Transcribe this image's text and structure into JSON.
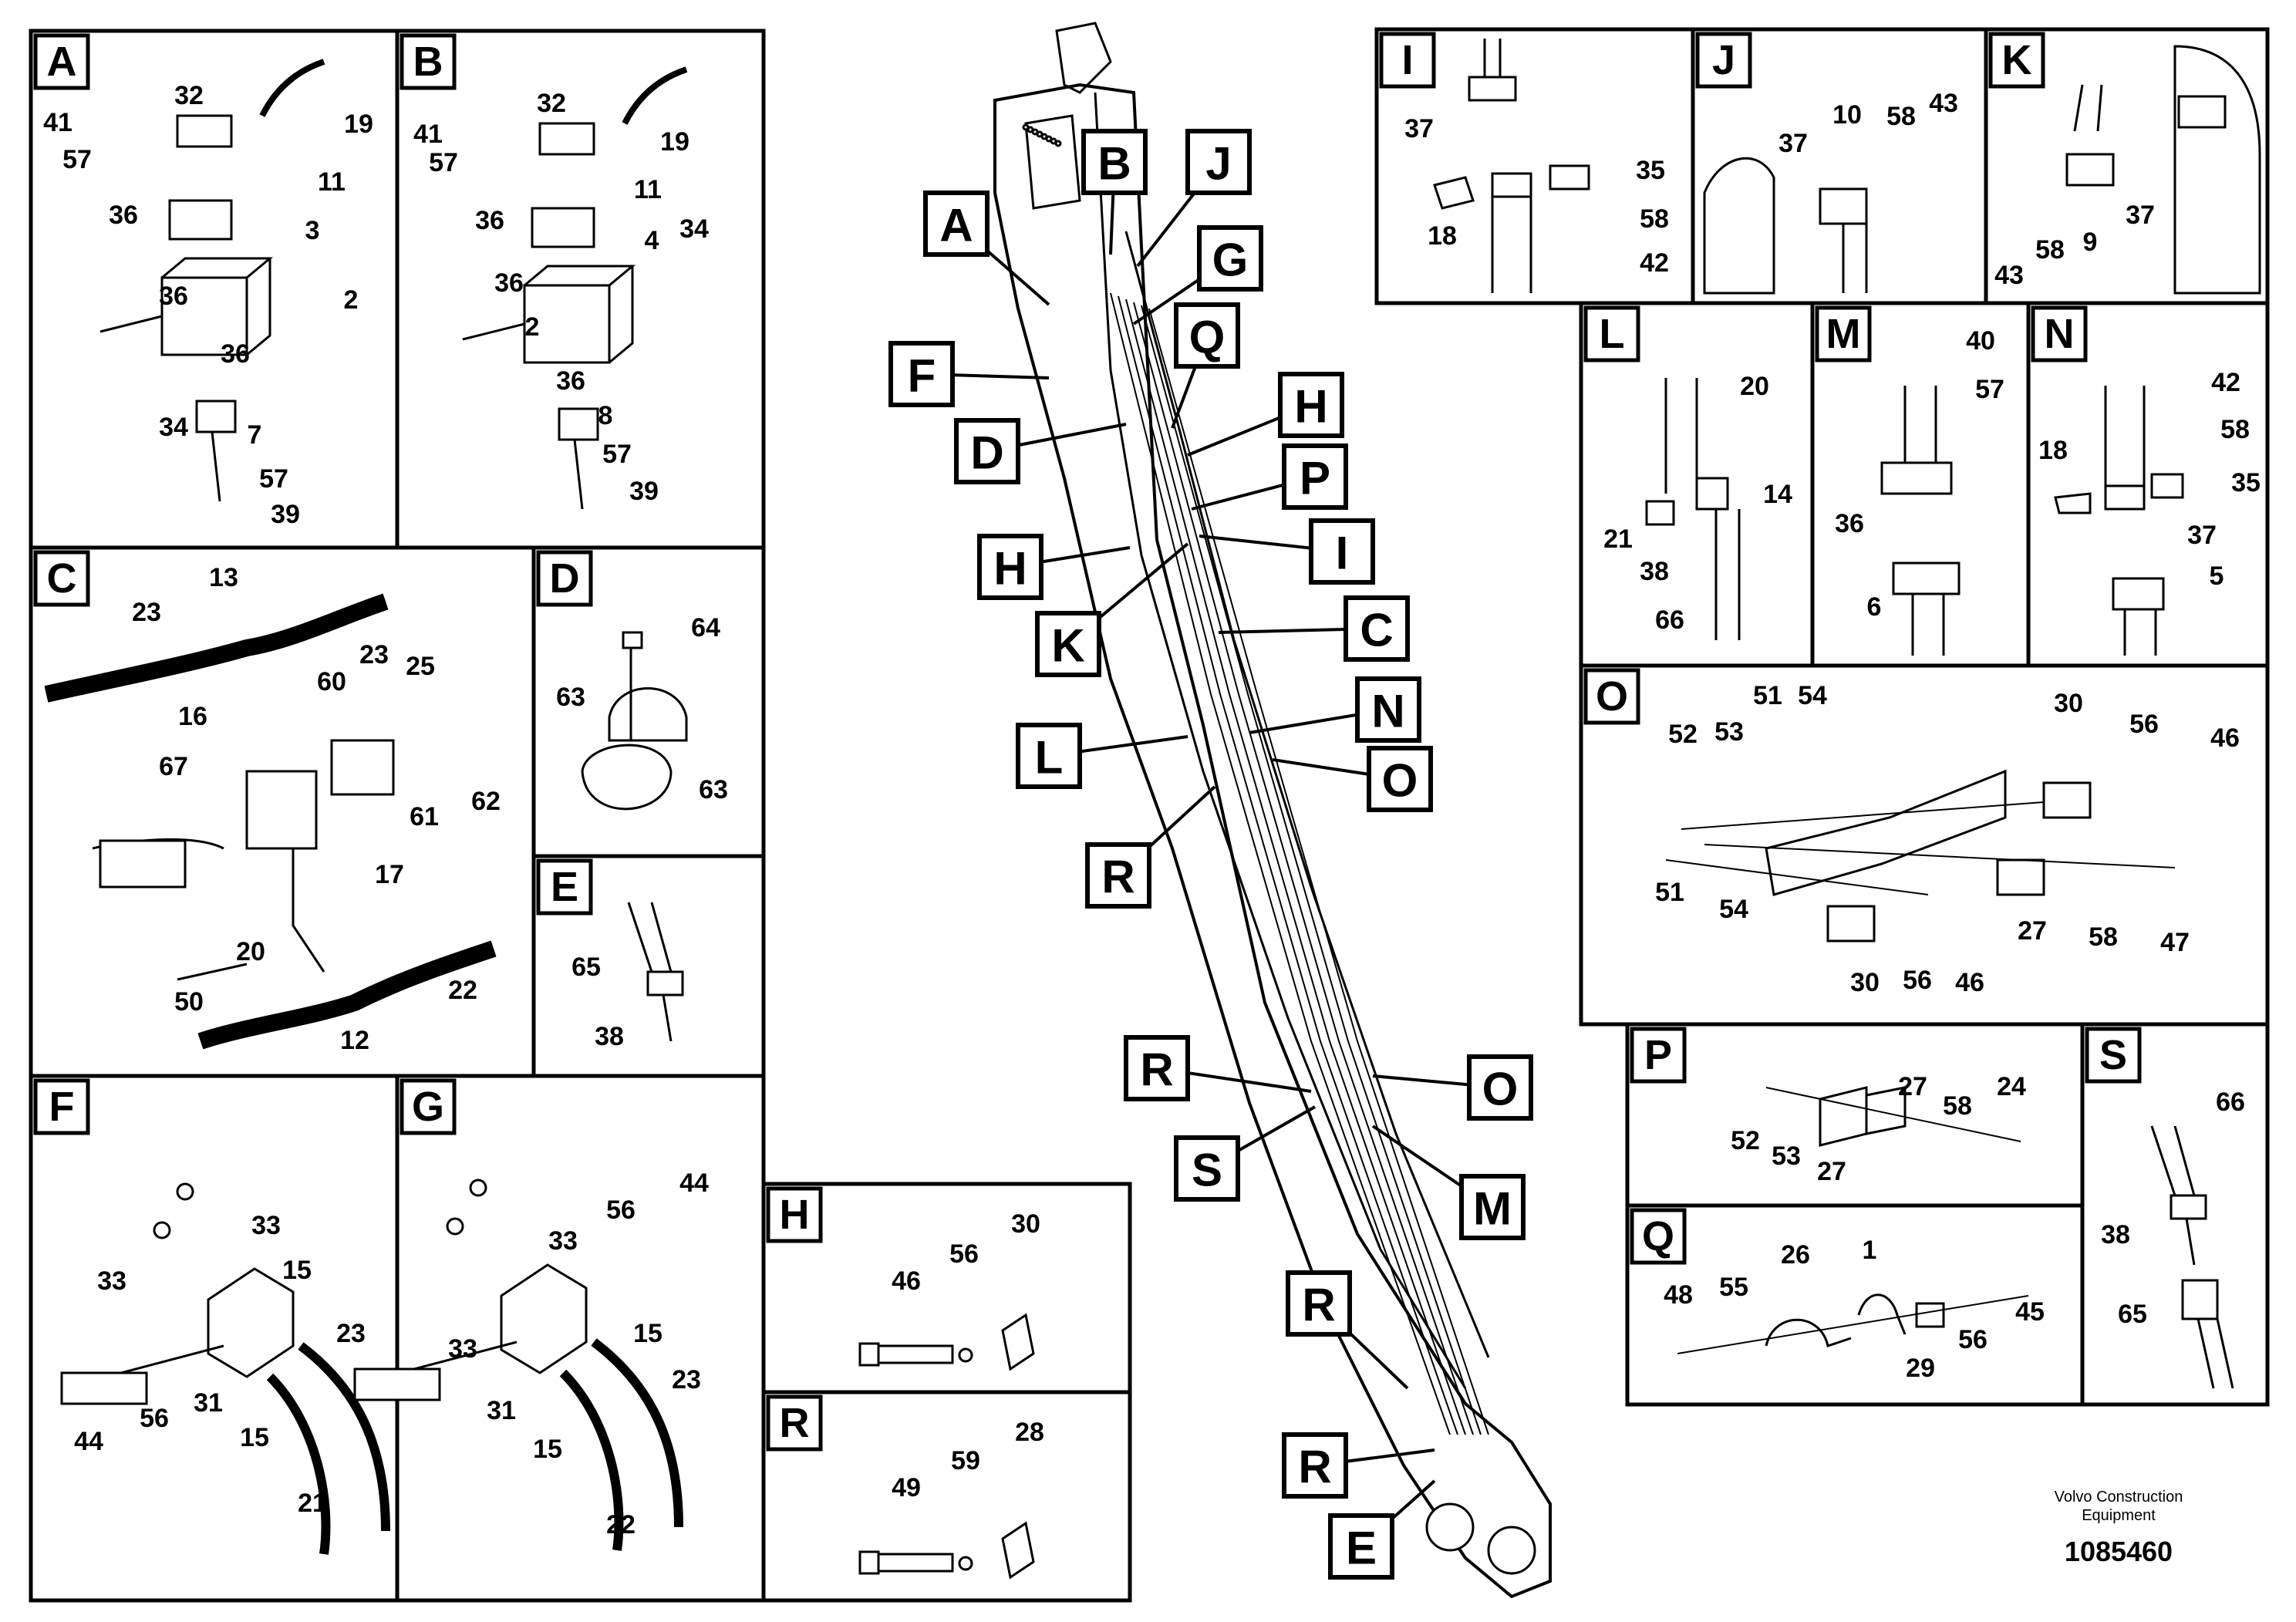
{
  "panels": {
    "A": {
      "label": "A",
      "parts": [
        "41",
        "32",
        "19",
        "57",
        "11",
        "36",
        "3",
        "36",
        "2",
        "34",
        "36",
        "7",
        "57",
        "39"
      ]
    },
    "B": {
      "label": "B",
      "parts": [
        "41",
        "32",
        "19",
        "57",
        "11",
        "36",
        "4",
        "34",
        "36",
        "2",
        "36",
        "8",
        "57",
        "39"
      ]
    },
    "C": {
      "label": "C",
      "parts": [
        "23",
        "13",
        "23",
        "25",
        "60",
        "16",
        "61",
        "62",
        "67",
        "17",
        "50",
        "20",
        "12",
        "22"
      ]
    },
    "D": {
      "label": "D",
      "parts": [
        "64",
        "63",
        "63"
      ]
    },
    "E": {
      "label": "E",
      "parts": [
        "65",
        "38"
      ]
    },
    "F": {
      "label": "F",
      "parts": [
        "33",
        "33",
        "15",
        "23",
        "31",
        "56",
        "15",
        "44",
        "21"
      ]
    },
    "G": {
      "label": "G",
      "parts": [
        "56",
        "44",
        "33",
        "15",
        "33",
        "31",
        "23",
        "15",
        "22"
      ]
    },
    "H": {
      "label": "H",
      "parts": [
        "30",
        "46",
        "56"
      ]
    },
    "R": {
      "label": "R",
      "parts": [
        "28",
        "49",
        "59"
      ]
    },
    "I": {
      "label": "I",
      "parts": [
        "37",
        "35",
        "58",
        "18",
        "42"
      ]
    },
    "J": {
      "label": "J",
      "parts": [
        "10",
        "58",
        "43",
        "37"
      ]
    },
    "K": {
      "label": "K",
      "parts": [
        "43",
        "58",
        "9",
        "37"
      ]
    },
    "L": {
      "label": "L",
      "parts": [
        "20",
        "14",
        "21",
        "38",
        "66"
      ]
    },
    "M": {
      "label": "M",
      "parts": [
        "40",
        "57",
        "36",
        "6"
      ]
    },
    "N": {
      "label": "N",
      "parts": [
        "42",
        "18",
        "58",
        "35",
        "37",
        "5"
      ]
    },
    "O": {
      "label": "O",
      "parts": [
        "51",
        "54",
        "30",
        "52",
        "53",
        "56",
        "46",
        "51",
        "54",
        "27",
        "58",
        "47",
        "30",
        "56",
        "46"
      ]
    },
    "P": {
      "label": "P",
      "parts": [
        "27",
        "52",
        "58",
        "24",
        "53",
        "27"
      ]
    },
    "Q": {
      "label": "Q",
      "parts": [
        "26",
        "1",
        "48",
        "55",
        "45",
        "29",
        "56"
      ]
    },
    "S": {
      "label": "S",
      "parts": [
        "66",
        "38",
        "65"
      ]
    }
  },
  "main_callouts": [
    "A",
    "B",
    "J",
    "G",
    "F",
    "Q",
    "D",
    "H",
    "P",
    "H",
    "I",
    "K",
    "C",
    "N",
    "L",
    "O",
    "R",
    "R",
    "O",
    "S",
    "M",
    "R",
    "R",
    "E"
  ],
  "footer": {
    "brand": "Volvo Construction Equipment",
    "doc_number": "1085460"
  }
}
